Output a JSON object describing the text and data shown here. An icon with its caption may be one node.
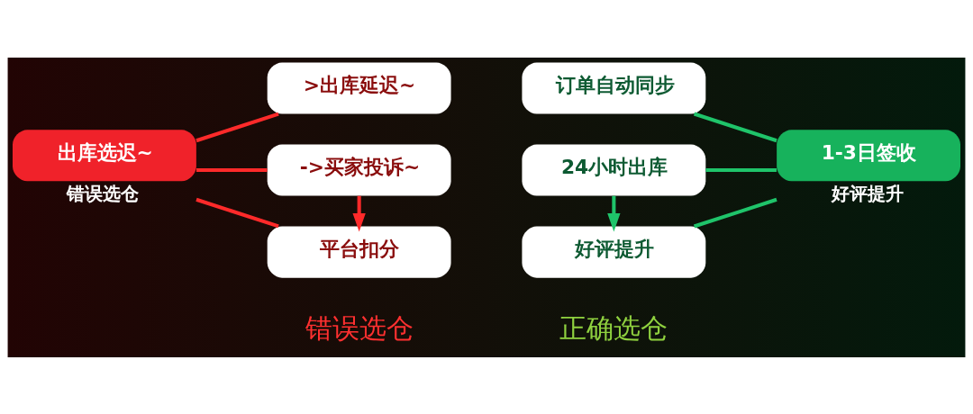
{
  "diagram": {
    "nodes": [
      {
        "text": [
          "出库选迟~"
        ],
        "beside": [
          "错误选仓"
        ]
      },
      {
        "text": [
          ">出库延迟~"
        ]
      },
      {
        "text": [
          "->买家投诉~"
        ]
      },
      {
        "text": [
          "平台扣分"
        ]
      },
      {
        "text": [
          "订单自动同步"
        ]
      },
      {
        "text": [
          "24小时出库"
        ]
      },
      {
        "text": [
          "好评提升"
        ]
      },
      {
        "text": [
          "1-3日签收"
        ],
        "beside": [
          "好评提升"
        ]
      }
    ],
    "edges": [
      {
        "from": 0,
        "to": 1,
        "arrow": "none",
        "color": "#ff2a2a"
      },
      {
        "from": 0,
        "to": 2,
        "arrow": "none",
        "color": "#ff2a2a"
      },
      {
        "from": 0,
        "to": 3,
        "arrow": "none",
        "color": "#ff2a2a"
      },
      {
        "from": 2,
        "to": 3,
        "arrow": "to",
        "color": "#ff2a2a"
      },
      {
        "from": 4,
        "to": 7,
        "arrow": "none",
        "color": "#1fc46a"
      },
      {
        "from": 5,
        "to": 7,
        "arrow": "none",
        "color": "#1fc46a"
      },
      {
        "from": 6,
        "to": 7,
        "arrow": "none",
        "color": "#1fc46a"
      },
      {
        "from": 5,
        "to": 6,
        "arrow": "to",
        "color": "#1fc46a"
      }
    ],
    "labels": [
      "错误选仓",
      "正确选仓"
    ]
  }
}
